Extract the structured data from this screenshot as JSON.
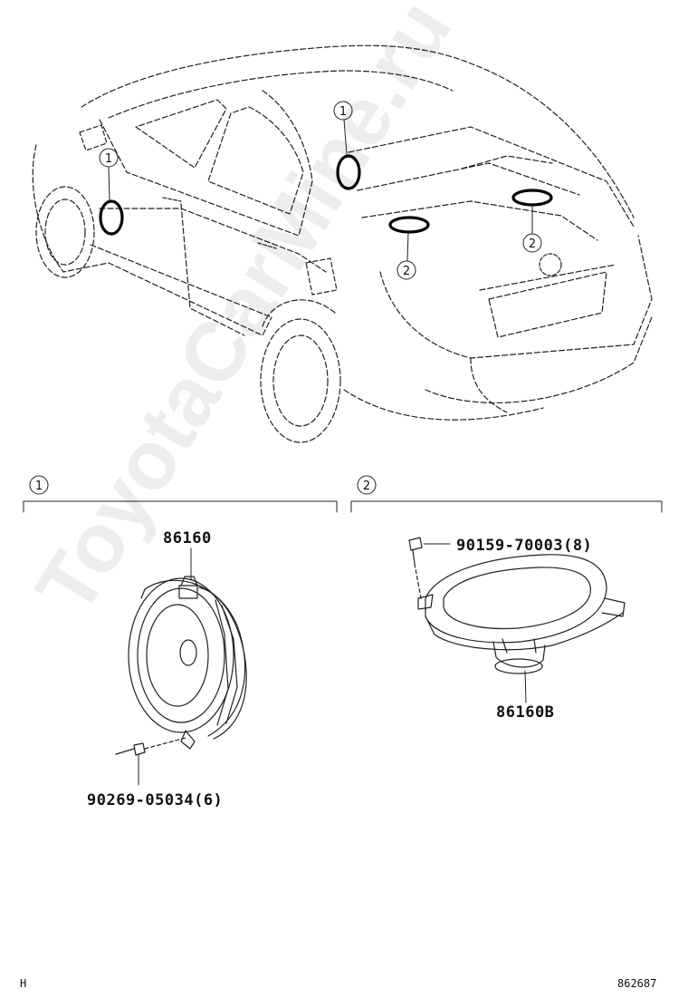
{
  "callouts": {
    "one": "1",
    "two": "2"
  },
  "sections": [
    {
      "label": "1"
    },
    {
      "label": "2"
    }
  ],
  "parts": {
    "front_speaker": "86160",
    "front_screw": "90269-05034(6)",
    "rear_screw": "90159-70003(8)",
    "rear_speaker": "86160B"
  },
  "footer": {
    "left_code": "H",
    "figure_number": "862687"
  },
  "watermark": "ToyotaCarMine.ru"
}
